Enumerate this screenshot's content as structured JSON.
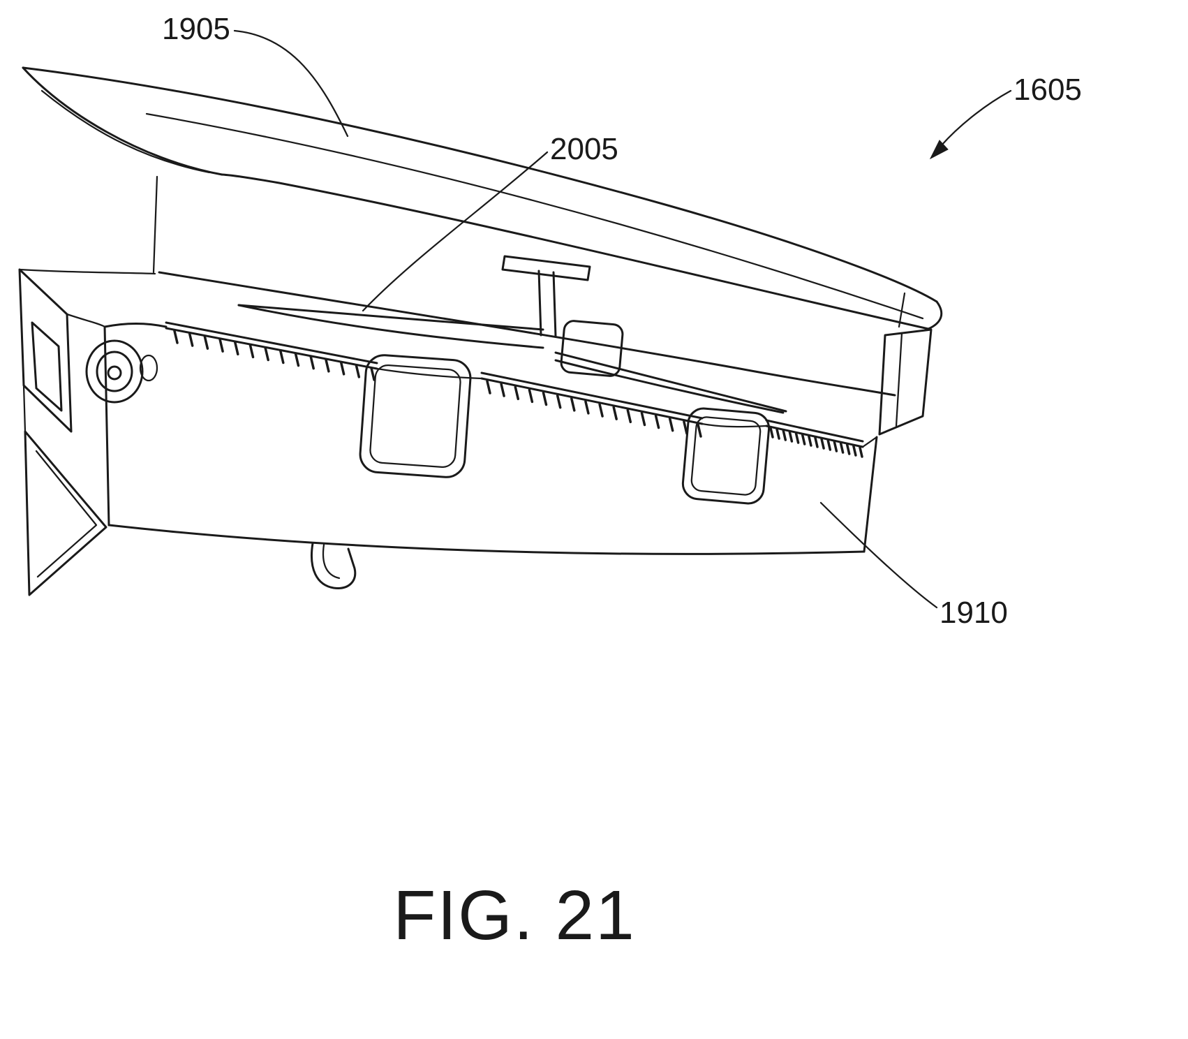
{
  "figure": {
    "caption": "FIG. 21",
    "labels": [
      {
        "id": "1905",
        "text": "1905"
      },
      {
        "id": "2005",
        "text": "2005"
      },
      {
        "id": "1605",
        "text": "1605"
      },
      {
        "id": "1910",
        "text": "1910"
      }
    ]
  }
}
